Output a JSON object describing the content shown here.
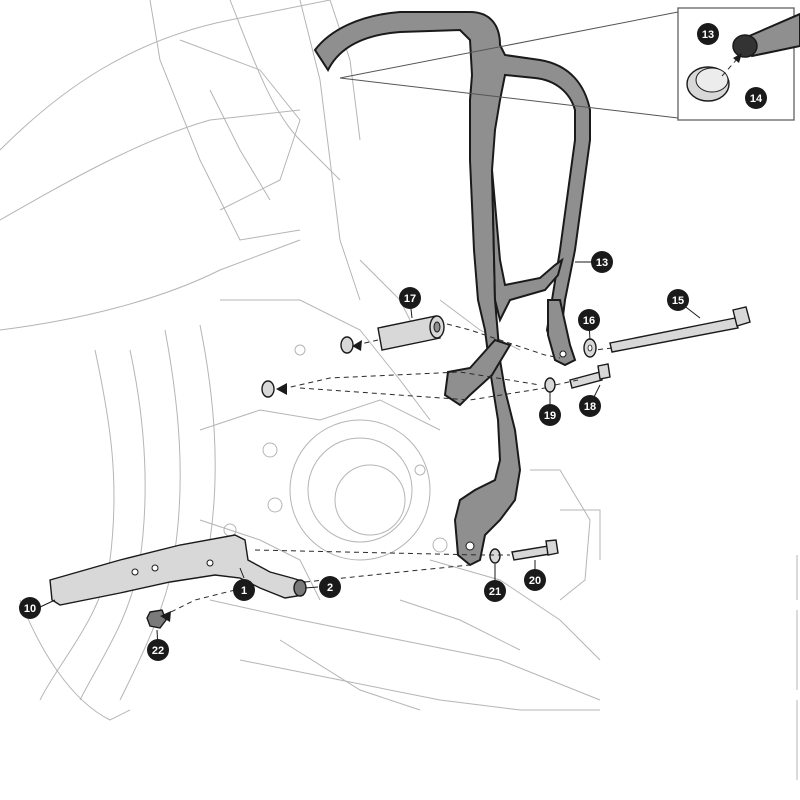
{
  "callouts": {
    "c1": "1",
    "c2": "2",
    "c10": "10",
    "c13_detail": "13",
    "c13": "13",
    "c14": "14",
    "c15": "15",
    "c16": "16",
    "c17": "17",
    "c18": "18",
    "c19": "19",
    "c20": "20",
    "c21": "21",
    "c22": "22"
  },
  "colors": {
    "callout_bg": "#1a1a1a",
    "callout_text": "#ffffff",
    "part_outline": "#9a9a9a",
    "bar_fill": "#8f8f8f",
    "hardware_fill": "#d8d8d8"
  },
  "icons": {
    "leader_arrow": "arrow-head",
    "detail_box": "zoom-detail"
  }
}
